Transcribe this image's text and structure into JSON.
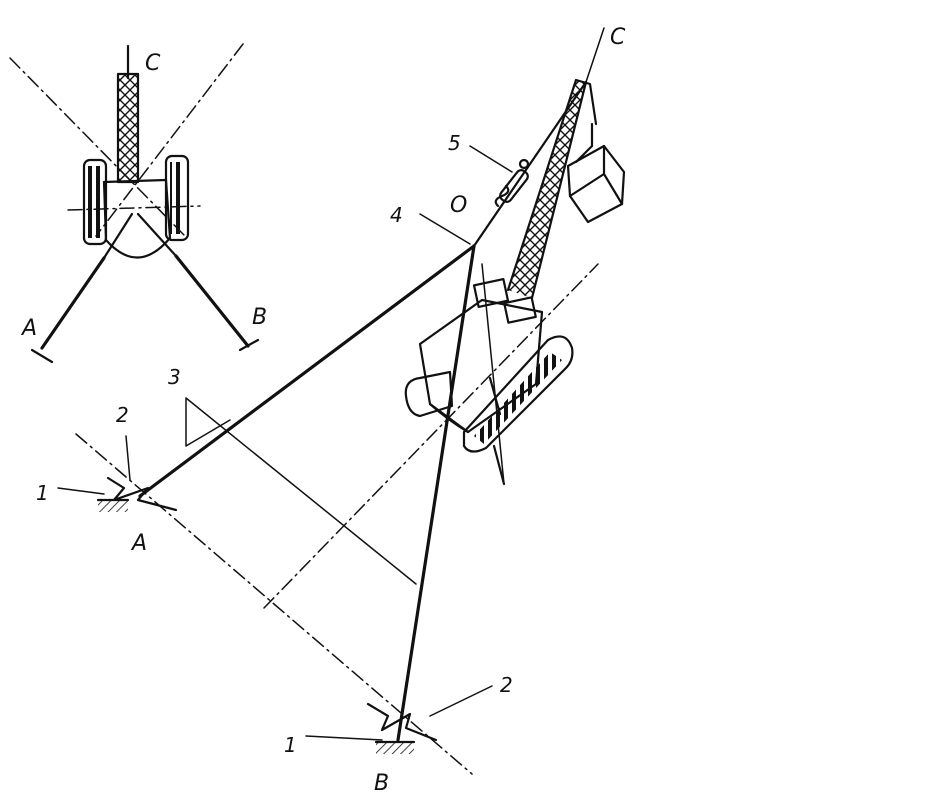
{
  "colors": {
    "ink": "#111111",
    "background": "#ffffff"
  },
  "labels": {
    "top_view": {
      "anchor_a": "A",
      "anchor_b": "B",
      "jib_tip": "C"
    },
    "main_view": {
      "anchor_a": "A",
      "anchor_b": "B",
      "jib_tip": "C",
      "point_o": "O",
      "num_1_left": "1",
      "num_1_right": "1",
      "num_2_left": "2",
      "num_2_right": "2",
      "num_3": "3",
      "num_4": "4",
      "num_5": "5"
    }
  }
}
